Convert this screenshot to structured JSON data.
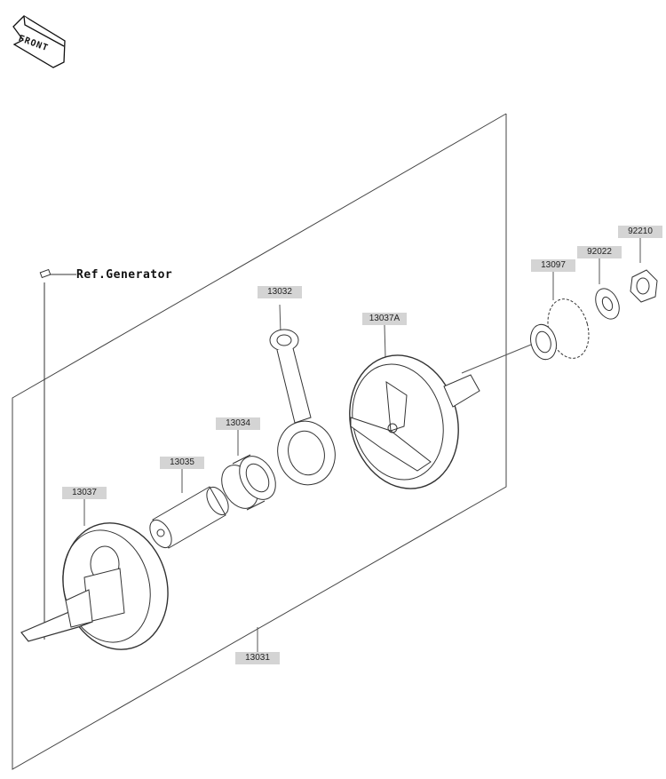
{
  "orientation": {
    "front_text": "FRONT",
    "icon": "front-arrow-icon"
  },
  "reference": {
    "generator": "Ref.Generator"
  },
  "parts": {
    "assembly": "13031",
    "flywheel_left": "13037",
    "crankpin": "13035",
    "needle_bearing": "13034",
    "connecting_rod": "13032",
    "flywheel_right": "13037A",
    "gear": "13097",
    "washer": "92022",
    "nut": "92210"
  },
  "colors": {
    "line": "#333333",
    "label_bg": "#d4d4d4"
  }
}
